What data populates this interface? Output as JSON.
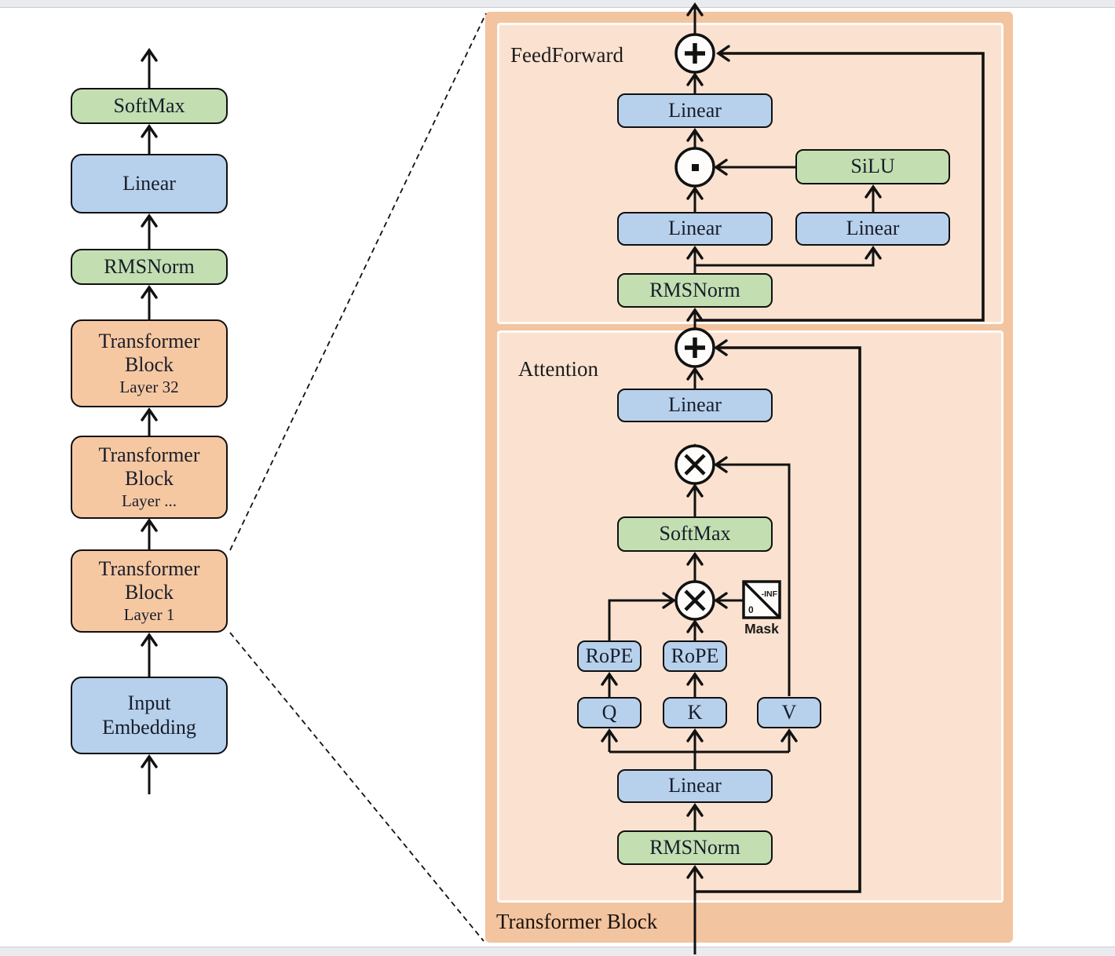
{
  "palette": {
    "panel_outer": "#f2c4a0",
    "panel_inner": "#fbe2d0",
    "block_blue": "#b7d1ec",
    "block_green": "#c3dfb2",
    "block_orange": "#f6c8a2",
    "line": "#111111",
    "mask_fill": "#fffdfb"
  },
  "left_column": {
    "softmax": "SoftMax",
    "linear": "Linear",
    "rmsnorm": "RMSNorm",
    "tb_title": "Transformer Block",
    "tb32_sub": "Layer 32",
    "tbmid_sub": "Layer ...",
    "tb1_sub": "Layer 1",
    "input_embedding": "Input Embedding"
  },
  "panel": {
    "title": "Transformer Block",
    "feedforward": {
      "label": "FeedForward",
      "linear_out": "Linear",
      "silu": "SiLU",
      "linear_left": "Linear",
      "linear_right": "Linear",
      "rmsnorm": "RMSNorm"
    },
    "attention": {
      "label": "Attention",
      "linear_out": "Linear",
      "softmax": "SoftMax",
      "rope_q": "RoPE",
      "rope_k": "RoPE",
      "q": "Q",
      "k": "K",
      "v": "V",
      "linear_in": "Linear",
      "rmsnorm": "RMSNorm",
      "mask": {
        "label": "Mask",
        "neg_inf": "-INF",
        "zero": "0"
      }
    }
  }
}
